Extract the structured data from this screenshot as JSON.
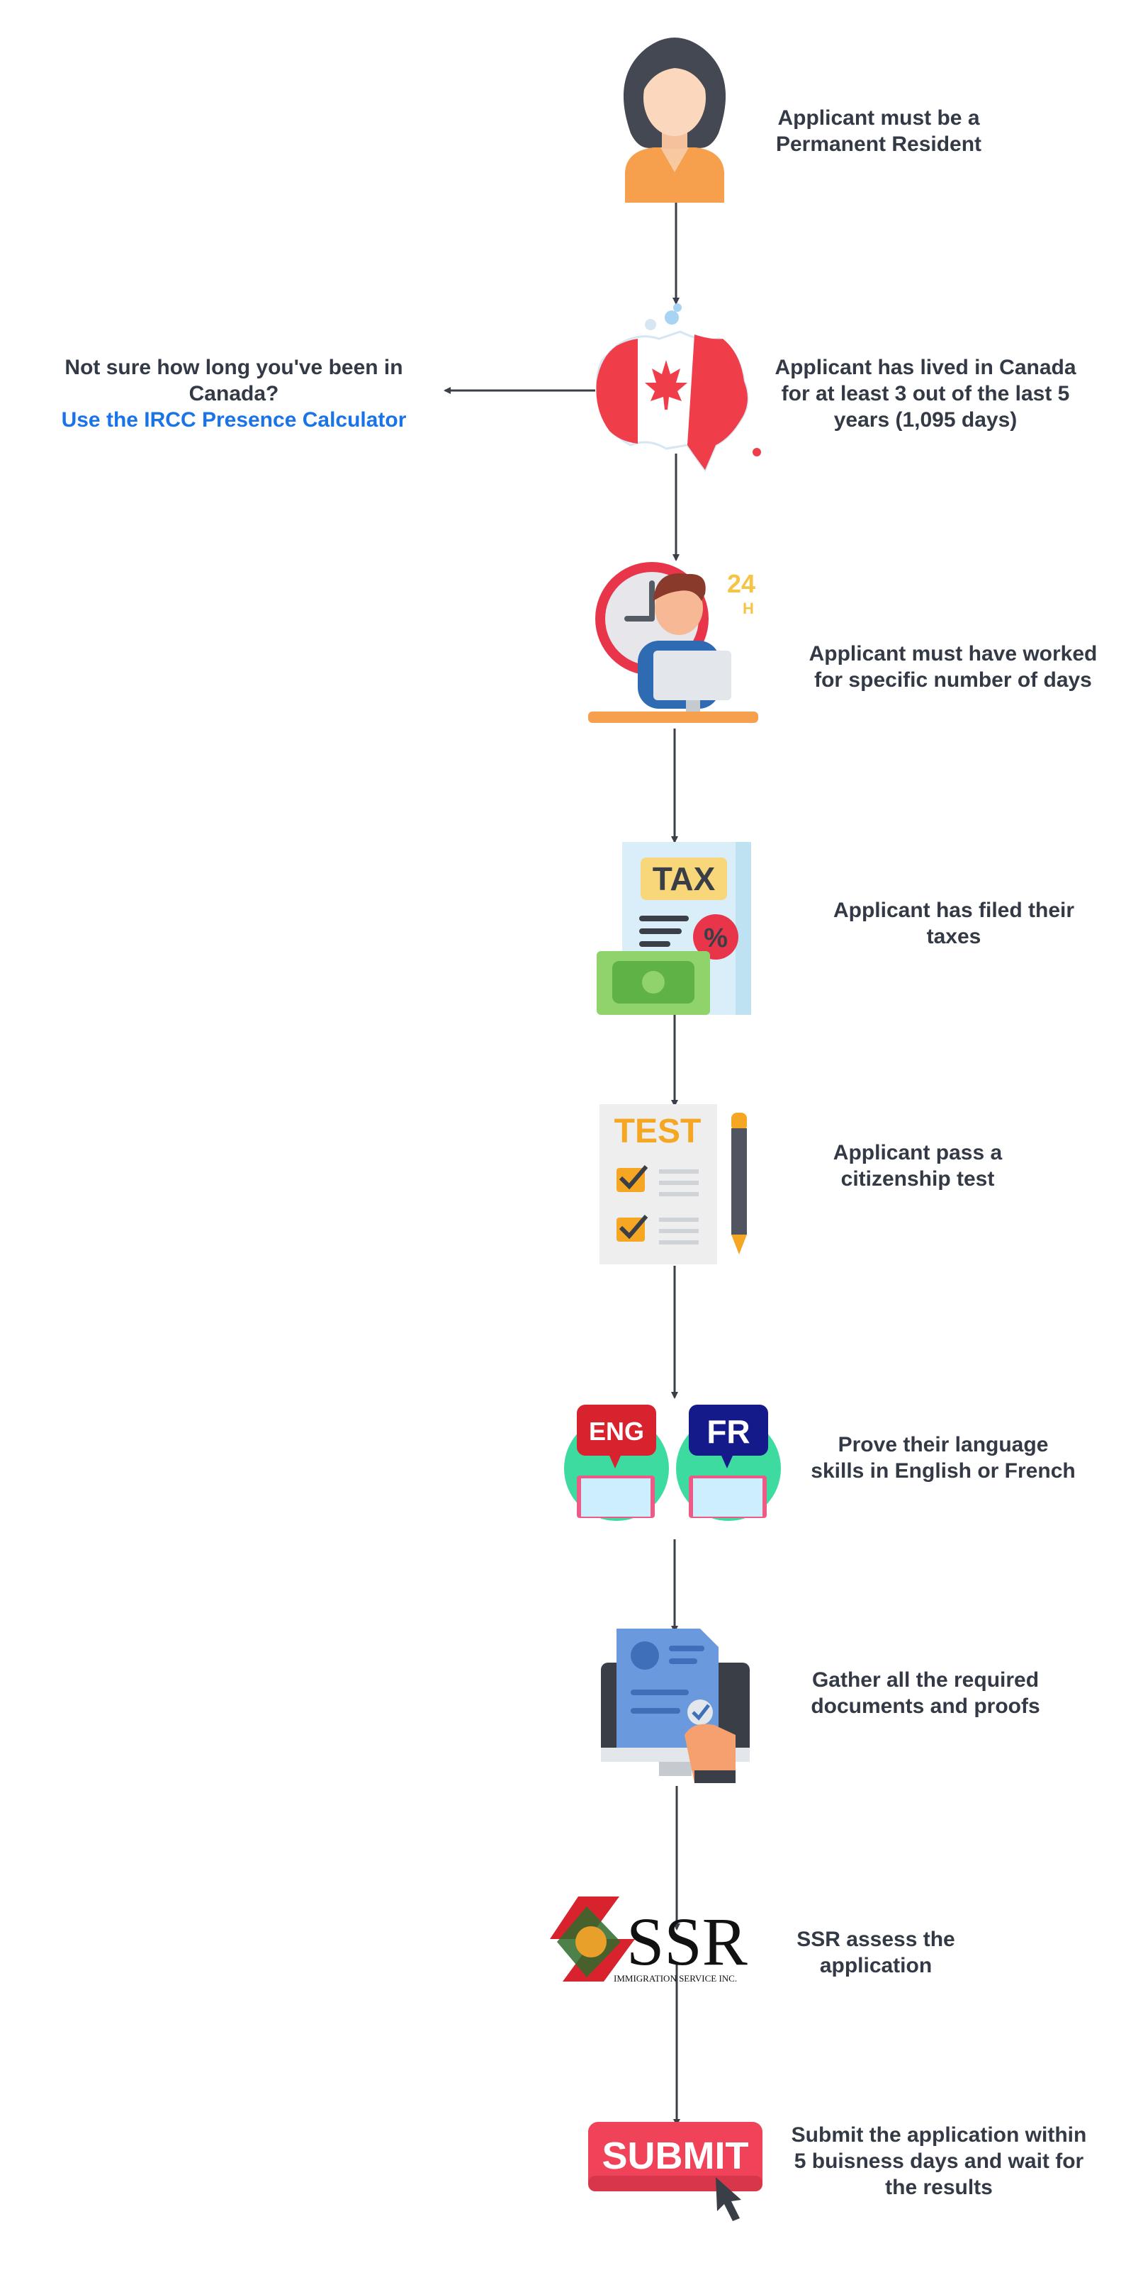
{
  "theme": {
    "text_color": "#333a45",
    "link_color": "#1a73e8",
    "arrow_color": "#3a3f47"
  },
  "side_note": {
    "line1": "Not sure how long you've been in",
    "line2": "Canada?",
    "link_text": "Use the IRCC Presence Calculator"
  },
  "steps": [
    {
      "icon": "woman-avatar-icon",
      "lines": [
        "Applicant must be a",
        "Permanent Resident"
      ]
    },
    {
      "icon": "canada-map-flag-icon",
      "lines": [
        "Applicant has lived in Canada",
        "for at least 3 out of the last 5",
        "years (1,095 days)"
      ]
    },
    {
      "icon": "worker-clock-24h-icon",
      "badge": "24",
      "badge_sub": "H",
      "lines": [
        "Applicant must have worked",
        "for specific number of days"
      ]
    },
    {
      "icon": "tax-document-icon",
      "badge": "TAX",
      "badge_sub": "%",
      "lines": [
        "Applicant has filed their",
        "taxes"
      ]
    },
    {
      "icon": "test-paper-pencil-icon",
      "badge": "TEST",
      "lines": [
        "Applicant pass a",
        "citizenship test"
      ]
    },
    {
      "icon": "eng-fr-language-icon",
      "badge": "ENG",
      "badge_sub": "FR",
      "lines": [
        "Prove their language",
        "skills in English or French"
      ]
    },
    {
      "icon": "documents-monitor-icon",
      "lines": [
        "Gather all the required",
        "documents and proofs"
      ]
    },
    {
      "icon": "ssr-logo-icon",
      "badge": "SSR",
      "badge_sub": "IMMIGRATION SERVICE INC.",
      "lines": [
        "SSR assess the",
        "application"
      ]
    },
    {
      "icon": "submit-button-icon",
      "badge": "SUBMIT",
      "lines": [
        "Submit the application within",
        "5 buisness days and wait for",
        "the results"
      ]
    }
  ]
}
